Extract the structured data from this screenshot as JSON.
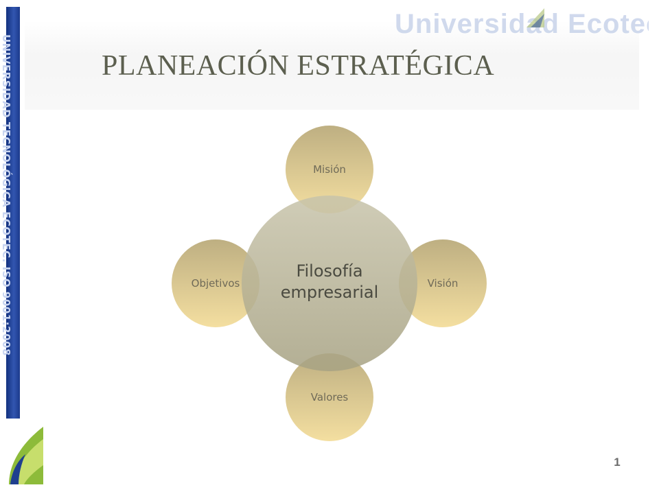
{
  "slide": {
    "title": "PLANEACIÓN ESTRATÉGICA",
    "side_text": "UNIVERSIDAD TECNOLÓGICA ECOTEC. ISO 9001:2008",
    "watermark_text": "Universidad Ecotec",
    "page_number": "1"
  },
  "diagram": {
    "center": "Filosofía empresarial",
    "nodes": [
      "Misión",
      "Visión",
      "Valores",
      "Objetivos"
    ]
  },
  "colors": {
    "title": "#5c5f4f",
    "sidebar": "#1c3a8c",
    "center_fill": "#b3ae93",
    "node_top": "#b8a877",
    "node_bottom": "#f3dc98"
  }
}
